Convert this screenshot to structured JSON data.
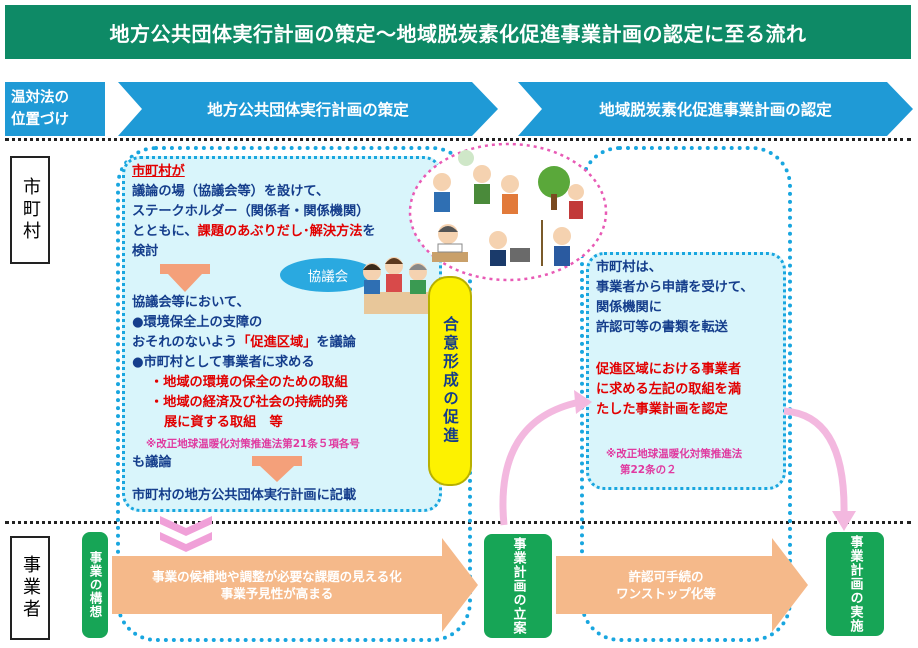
{
  "header": {
    "title": "地方公共団体実行計画の策定～地域脱炭素化促進事業計画の認定に至る流れ"
  },
  "position": {
    "line1": "温対法の",
    "line2": "位置づけ"
  },
  "phases": [
    {
      "label": "地方公共団体実行計画の策定"
    },
    {
      "label": "地域脱炭素化促進事業計画の認定"
    }
  ],
  "actors": {
    "municipality": "市町村",
    "business": "事業者"
  },
  "left_panel": {
    "line1": "市町村が",
    "line2": "議論の場（協議会等）を設けて、",
    "line3": "ステークホルダー（関係者・関係機関）",
    "line4_a": "とともに、",
    "line4_b": "課題のあぶりだし･解決方法",
    "line4_c": "を",
    "line5": "検討",
    "kyogikai": "協議会",
    "line6": "協議会等において、",
    "bullet1_a": "●環境保全上の支障の",
    "bullet1_b_a": "おそれのないよう",
    "bullet1_b_b": "「促進区域」",
    "bullet1_b_c": "を議論",
    "bullet2": "●市町村として事業者に求める",
    "sub1": "・地域の環境の保全のための取組",
    "sub2_a": "・地域の経済及び社会の持続的発",
    "sub2_b": "展に資する取組　等",
    "note": "※改正地球温暖化対策推進法第21条５項各号",
    "line7": "も議論",
    "line8": "市町村の地方公共団体実行計画に記載"
  },
  "yellow_pill": "合意形成の促進",
  "right_panel": {
    "line1": "市町村は、",
    "line2": "事業者から申請を受けて、",
    "line3": "関係機関に",
    "line4": "許認可等の書類を転送",
    "red1": "促進区域における事業者",
    "red2": "に求める左記の取組を満",
    "red3": "たした事業計画を認定",
    "note1": "※改正地球温暖化対策推進法",
    "note2": "第22条の２"
  },
  "business_row": {
    "concept": "事業の構想",
    "arrow1_line1": "事業の候補地や調整が必要な課題の見える化",
    "arrow1_line2": "事業予見性が高まる",
    "planning": "事業計画の立案",
    "arrow2_line1": "許認可手続の",
    "arrow2_line2": "ワンストップ化等",
    "implementation": "事業計画の実施"
  },
  "colors": {
    "title_bg": "#0e8a66",
    "chevron": "#1f9ad6",
    "green": "#17a556",
    "arrow_orange": "#f5b98a",
    "panel_bg": "#d9f5fb",
    "yellow": "#fdf200",
    "red": "#e20000"
  }
}
